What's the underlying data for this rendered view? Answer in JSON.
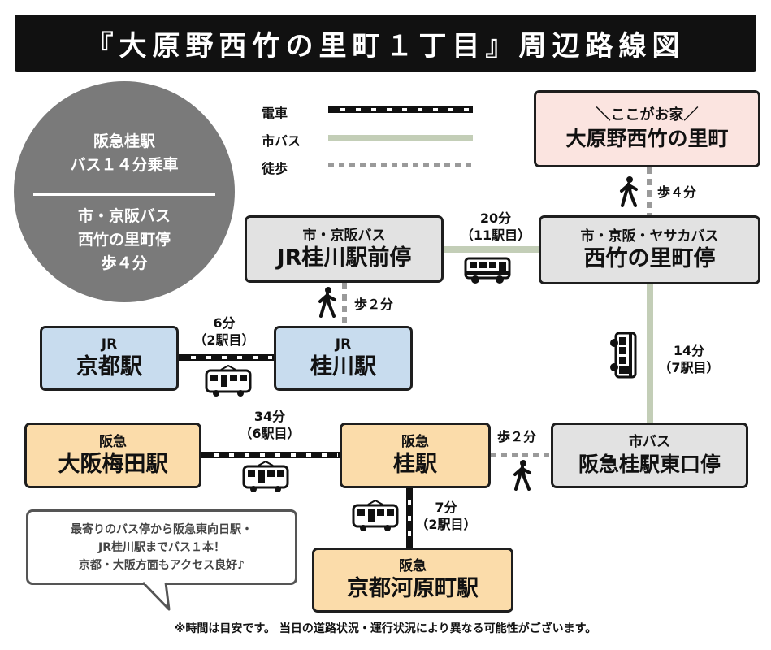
{
  "title": "『大原野西竹の里町１丁目』周辺路線図",
  "legend": {
    "train": "電車",
    "bus": "市バス",
    "walk": "徒歩"
  },
  "circle": {
    "line1": "阪急桂駅",
    "line2": "バス１４分乗車",
    "line3": "市・京阪バス",
    "line4": "西竹の里町停",
    "line5": "歩４分"
  },
  "home": {
    "tag": "＼ここがお家／",
    "name": "大原野西竹の里町"
  },
  "stops": {
    "nishitake": {
      "sub": "市・京阪・ヤサカバス",
      "name": "西竹の里町停"
    },
    "jr_katsura_bus": {
      "sub": "市・京阪バス",
      "name": "JR桂川駅前停"
    },
    "jr_kyoto": {
      "sub": "JR",
      "name": "京都駅"
    },
    "jr_katsuragawa": {
      "sub": "JR",
      "name": "桂川駅"
    },
    "umeda": {
      "sub": "阪急",
      "name": "大阪梅田駅"
    },
    "katsura": {
      "sub": "阪急",
      "name": "桂駅"
    },
    "katsura_east_bus": {
      "sub": "市バス",
      "name": "阪急桂駅東口停"
    },
    "kawaramachi": {
      "sub": "阪急",
      "name": "京都河原町駅"
    }
  },
  "routes": {
    "home_walk": "歩４分",
    "bus_20_time": "20分",
    "bus_20_stops": "（11駅目）",
    "walk_2_jr": "歩２分",
    "jr_time": "6分",
    "jr_stops": "（2駅目）",
    "bus_14_time": "14分",
    "bus_14_stops": "（7駅目）",
    "hankyu_34_time": "34分",
    "hankyu_34_stops": "（6駅目）",
    "walk_2_hankyu": "歩２分",
    "hankyu_7_time": "7分",
    "hankyu_7_stops": "（2駅目）"
  },
  "callout": {
    "line1": "最寄りのバス停から阪急東向日駅・",
    "line2": "JR桂川駅までバス１本！",
    "line3": "京都・大阪方面もアクセス良好♪"
  },
  "footer": "※時間は目安です。 当日の道路状況・運行状況により異なる可能性がございます。",
  "colors": {
    "bus_line": "#c3ceb7",
    "walk_line": "#9a9a9a",
    "circle": "#7a7a7a",
    "home_box": "#fbe4e0",
    "bus_stop_box": "#e2e2e2",
    "jr_box": "#c8dcee",
    "hankyu_box": "#fbdcaa"
  },
  "icons": [
    "walk-icon",
    "bus-icon",
    "train-icon"
  ]
}
